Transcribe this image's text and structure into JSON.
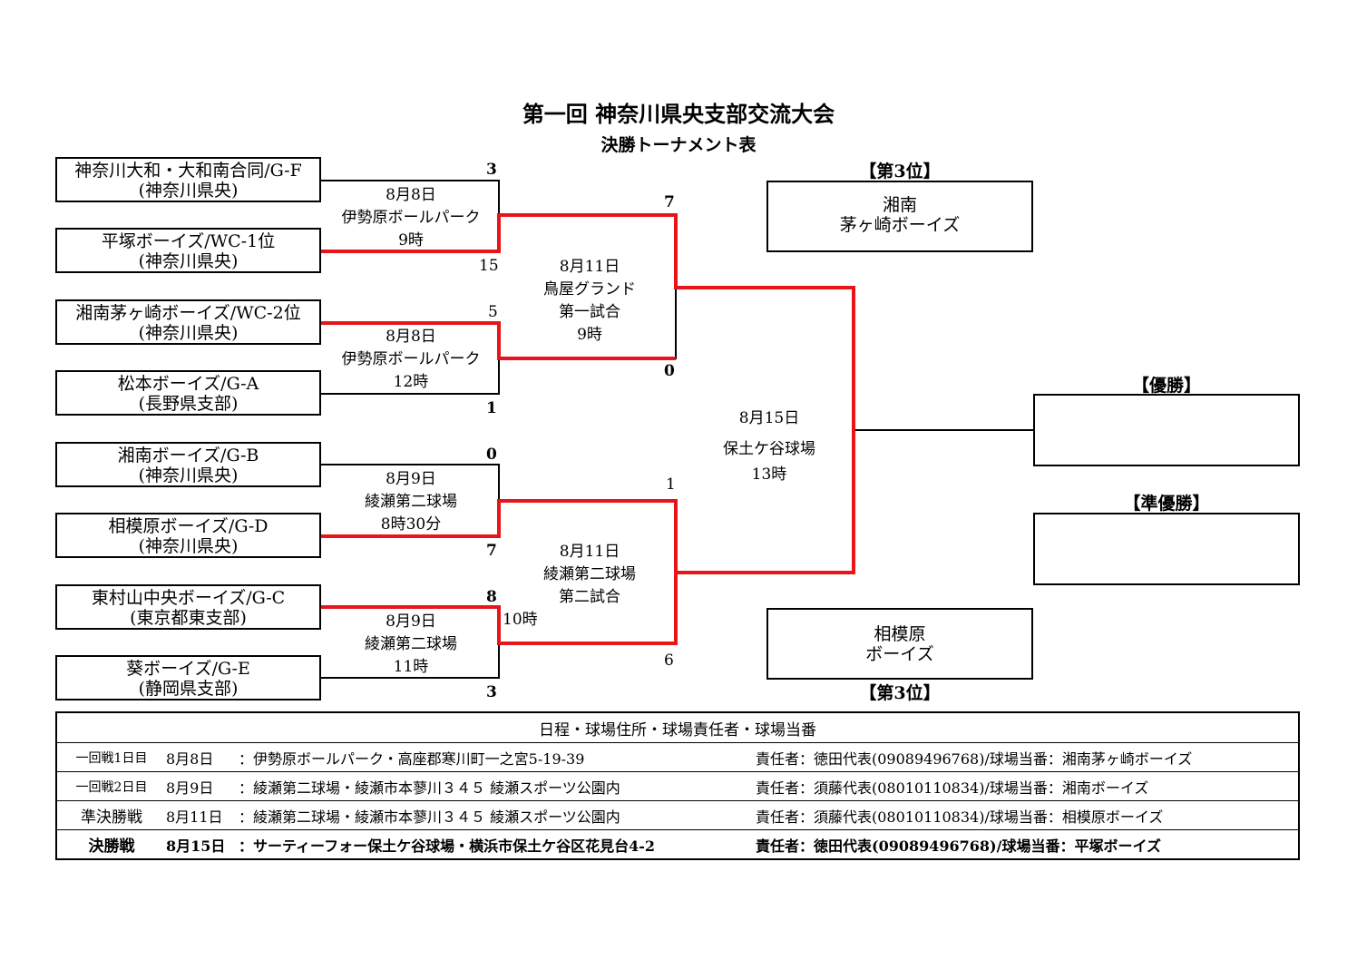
{
  "header": {
    "title": "第一回 神奈川県央支部交流大会",
    "subtitle": "決勝トーナメント表"
  },
  "teams": [
    {
      "name": "神奈川大和・大和南合同/G-F",
      "branch": "(神奈川県央)"
    },
    {
      "name": "平塚ボーイズ/WC-1位",
      "branch": "(神奈川県央)"
    },
    {
      "name": "湘南茅ヶ崎ボーイズ/WC-2位",
      "branch": "(神奈川県央)"
    },
    {
      "name": "松本ボーイズ/G-A",
      "branch": "(長野県支部)"
    },
    {
      "name": "湘南ボーイズ/G-B",
      "branch": "(神奈川県央)"
    },
    {
      "name": "相模原ボーイズ/G-D",
      "branch": "(神奈川県央)"
    },
    {
      "name": "東村山中央ボーイズ/G-C",
      "branch": "(東京都東支部)"
    },
    {
      "name": "葵ボーイズ/G-E",
      "branch": "(静岡県支部)"
    }
  ],
  "round1": [
    {
      "date": "8月8日",
      "venue": "伊勢原ボールパーク",
      "time": "9時",
      "score_top": "3",
      "score_bottom": "15"
    },
    {
      "date": "8月8日",
      "venue": "伊勢原ボールパーク",
      "time": "12時",
      "score_top": "5",
      "score_bottom": "1"
    },
    {
      "date": "8月9日",
      "venue": "綾瀬第二球場",
      "time": "8時30分",
      "score_top": "0",
      "score_bottom": "7"
    },
    {
      "date": "8月9日",
      "venue": "綾瀬第二球場",
      "time": "11時",
      "score_top": "8",
      "score_bottom": "3"
    }
  ],
  "semifinals": [
    {
      "date": "8月11日",
      "venue": "鳥屋グランド",
      "match": "第一試合",
      "time": "9時",
      "score_top": "7",
      "score_bottom": "0"
    },
    {
      "date": "8月11日",
      "venue": "綾瀬第二球場",
      "match": "第二試合",
      "time": "10時",
      "score_top": "1",
      "score_bottom": "6"
    }
  ],
  "final": {
    "date": "8月15日",
    "venue": "保土ケ谷球場",
    "time": "13時"
  },
  "results": {
    "third_label": "【第3位】",
    "third_1_line1": "湘南",
    "third_1_line2": "茅ヶ崎ボーイズ",
    "third_2_line1": "相模原",
    "third_2_line2": "ボーイズ",
    "champion_label": "【優勝】",
    "champion": "",
    "runner_up_label": "【準優勝】",
    "runner_up": ""
  },
  "schedule": {
    "heading": "日程・球場住所・球場責任者・球場当番",
    "rows": [
      {
        "round": "一回戦1日目",
        "date": "8月8日",
        "place": "：伊勢原ボールパーク・高座郡寒川町一之宮5-19-39",
        "contact": "責任者：徳田代表(09089496768)/球場当番：湘南茅ヶ崎ボーイズ"
      },
      {
        "round": "一回戦2日目",
        "date": "8月9日",
        "place": "：綾瀬第二球場・綾瀬市本蓼川３４５ 綾瀬スポーツ公園内",
        "contact": "責任者：須藤代表(08010110834)/球場当番：湘南ボーイズ"
      },
      {
        "round": "準決勝戦",
        "date": "8月11日",
        "place": "：綾瀬第二球場・綾瀬市本蓼川３４５ 綾瀬スポーツ公園内",
        "contact": "責任者：須藤代表(08010110834)/球場当番：相模原ボーイズ"
      },
      {
        "round": "決勝戦",
        "date": "8月15日",
        "place": "：サーティーフォー保土ケ谷球場・横浜市保土ケ谷区花見台4-2",
        "contact": "責任者：徳田代表(09089496768)/球場当番：平塚ボーイズ"
      }
    ]
  },
  "colors": {
    "winner_line": "#e8141a",
    "line": "#000000"
  }
}
